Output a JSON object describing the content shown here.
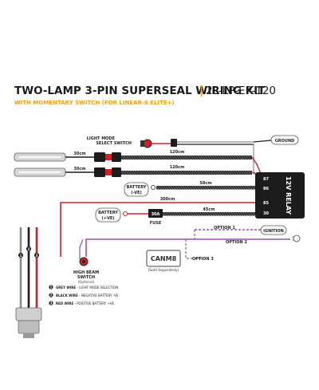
{
  "header": {
    "title": "TWO-LAMP 3-PIN SUPERSEAL WIRING KIT",
    "separator": "|",
    "part_number": "2L-LP-EP-120",
    "subtitle": "WITH MOMENTARY SWITCH (FOR LINEAR-6 ELITE+)"
  },
  "labels": {
    "light_mode_switch_line1": "LIGHT MODE",
    "light_mode_switch_line2": "SELECT SWITCH",
    "ground": "GROUND",
    "lamp1_len": "30cm",
    "lamp2_len": "30cm",
    "wire_120_top": "120cm",
    "wire_120_mid": "120cm",
    "wire_58": "58cm",
    "battery_neg_line1": "BATTERY",
    "battery_neg_line2": "(-VE)",
    "wire_300": "300cm",
    "relay": "12V RELAY",
    "pin_87": "87",
    "pin_86": "86",
    "pin_85": "85",
    "pin_30": "30",
    "battery_pos_line1": "BATTERY",
    "battery_pos_line2": "(+VE)",
    "fuse_value": "30A",
    "fuse": "FUSE",
    "wire_45": "45cm",
    "option1": "OPTION 1",
    "ignition": "IGNITION",
    "option2": "OPTION 2",
    "canm8": "CANM8",
    "option3": "OPTION 3",
    "sold_separately": "(Sold Seperately)",
    "high_beam_line1": "HIGH BEAM",
    "high_beam_line2": "SWITCH",
    "high_beam_line3": "(Optional)"
  },
  "legend": [
    {
      "num": "1",
      "bold": "GREY WIRE",
      "text": " - LIGHT MODE SELECTION"
    },
    {
      "num": "2",
      "bold": "BLACK WIRE",
      "text": " - NEGATIVE BATTERY -VE"
    },
    {
      "num": "3",
      "bold": "RED WIRE",
      "text": " - POSITIVE BATTERY +VE"
    }
  ],
  "colors": {
    "title": "#1a1a1a",
    "accent": "#e8a317",
    "red_wire": "#d62027",
    "purple_wire": "#9b4fb3",
    "grey_wire": "#8a8a8a",
    "relay_body": "#1c1c1c"
  }
}
